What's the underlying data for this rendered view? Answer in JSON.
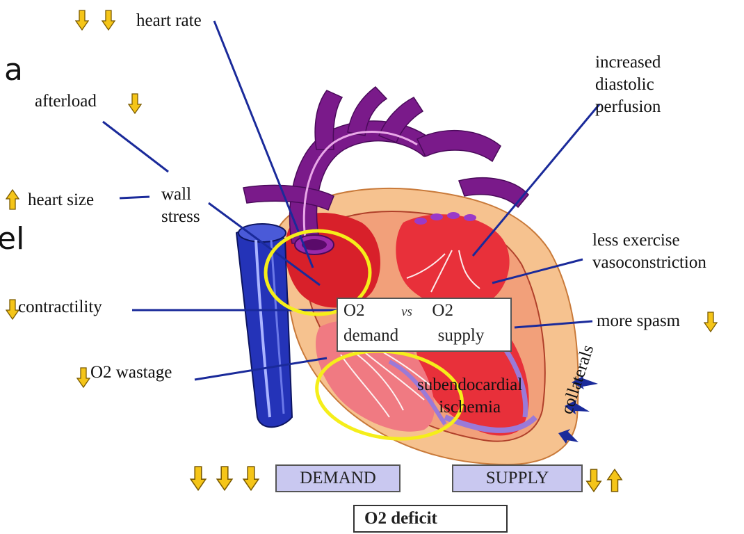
{
  "cropped_text": {
    "left_a": "a",
    "left_el": "el"
  },
  "labels": {
    "heart_rate": "heart rate",
    "afterload": "afterload",
    "heart_size": "heart size",
    "wall_stress_line1": "wall",
    "wall_stress_line2": "stress",
    "contractility": "contractility",
    "o2_wastage": "O2 wastage",
    "increased_diastolic_line1": "increased",
    "increased_diastolic_line2": "diastolic",
    "increased_diastolic_line3": "perfusion",
    "less_exercise_line1": "less exercise",
    "less_exercise_line2": "vasoconstriction",
    "more_spasm": "more spasm",
    "collaterals": "collaterals",
    "subendocardial_line1": "subendocardial",
    "subendocardial_line2": "ischemia"
  },
  "center_box": {
    "o2_left": "O2",
    "vs": "vs",
    "o2_right": "O2",
    "demand": "demand",
    "supply": "supply"
  },
  "bottom": {
    "demand_label": "DEMAND",
    "supply_label": "SUPPLY",
    "deficit_label": "O2 deficit"
  },
  "colors": {
    "arrow_fill": "#f5c518",
    "arrow_stroke": "#7a5a00",
    "highlight_circle": "#f5ee1a",
    "leader_line": "#1a2a9a",
    "vessel_blue": "#2433b8",
    "aorta_purple": "#7a1a8a",
    "myocardium": "#e8303a",
    "epicardium": "#f6c28f",
    "label_box_fill": "#c9c8f0"
  },
  "icons": {
    "down_arrow": "down-arrow-icon",
    "up_arrow": "up-arrow-icon",
    "collateral_arrow": "collateral-arrow-icon"
  }
}
